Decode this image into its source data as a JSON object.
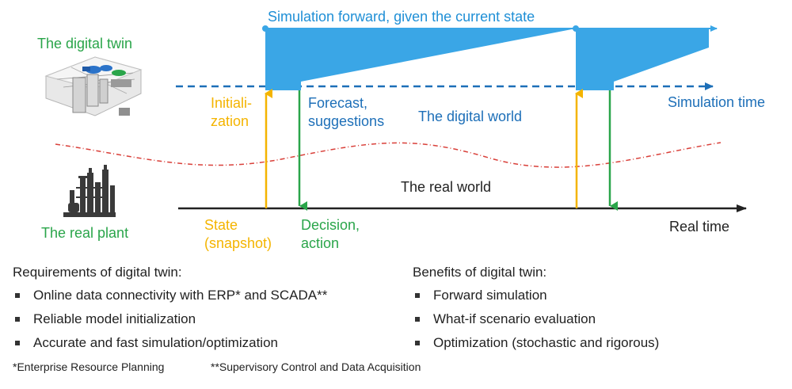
{
  "diagram": {
    "sim_forward_label": "Simulation forward, given the current state",
    "digital_twin_label": "The digital twin",
    "real_plant_label": "The real plant",
    "initialization_line1": "Initiali-",
    "initialization_line2": "zation",
    "forecast_line1": "Forecast,",
    "forecast_line2": "suggestions",
    "digital_world_label": "The digital world",
    "simulation_time_label": "Simulation time",
    "real_world_label": "The real world",
    "state_line1": "State",
    "state_line2": "(snapshot)",
    "decision_line1": "Decision,",
    "decision_line2": "action",
    "real_time_label": "Real time"
  },
  "requirements": {
    "heading": "Requirements of digital twin:",
    "items": [
      "Online data connectivity with ERP* and SCADA**",
      "Reliable model initialization",
      "Accurate and fast simulation/optimization"
    ]
  },
  "benefits": {
    "heading": "Benefits of digital twin:",
    "items": [
      "Forward simulation",
      "What-if scenario evaluation",
      "Optimization (stochastic and rigorous)"
    ]
  },
  "footnotes": {
    "erp": "*Enterprise Resource Planning",
    "scada": "**Supervisory Control and Data Acquisition"
  },
  "colors": {
    "sim_blue": "#3aa6e6",
    "digital_blue": "#1d6fb8",
    "green": "#2aa54a",
    "yellow": "#f4b400",
    "red_dotted": "#d9403a"
  }
}
